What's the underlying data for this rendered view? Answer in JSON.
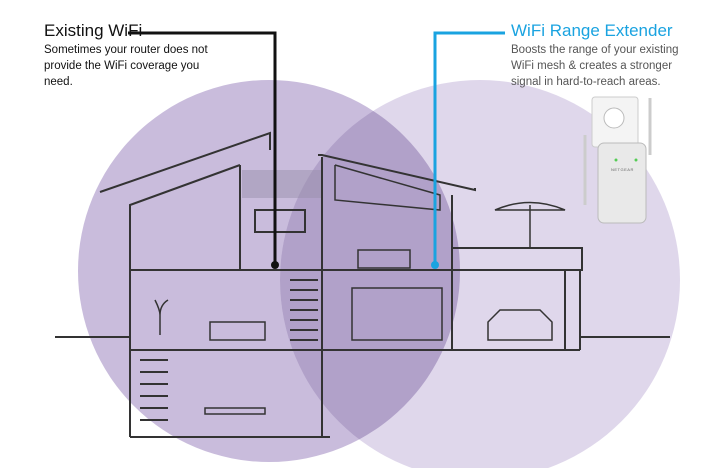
{
  "existing_wifi": {
    "title": "Existing WiFi",
    "description": "Sometimes your router does not provide the WiFi coverage you need.",
    "color": "#111111"
  },
  "extender": {
    "title": "WiFi Range Extender",
    "description": "Boosts the range of your existing WiFi mesh & creates a stronger signal in hard-to-reach areas.",
    "color": "#1aa3e0",
    "brand": "NETGEAR"
  },
  "coverage_colors": {
    "router": "#c9bcdc",
    "extender": "#d9d0e8",
    "overlap": "#b1a1c9"
  }
}
